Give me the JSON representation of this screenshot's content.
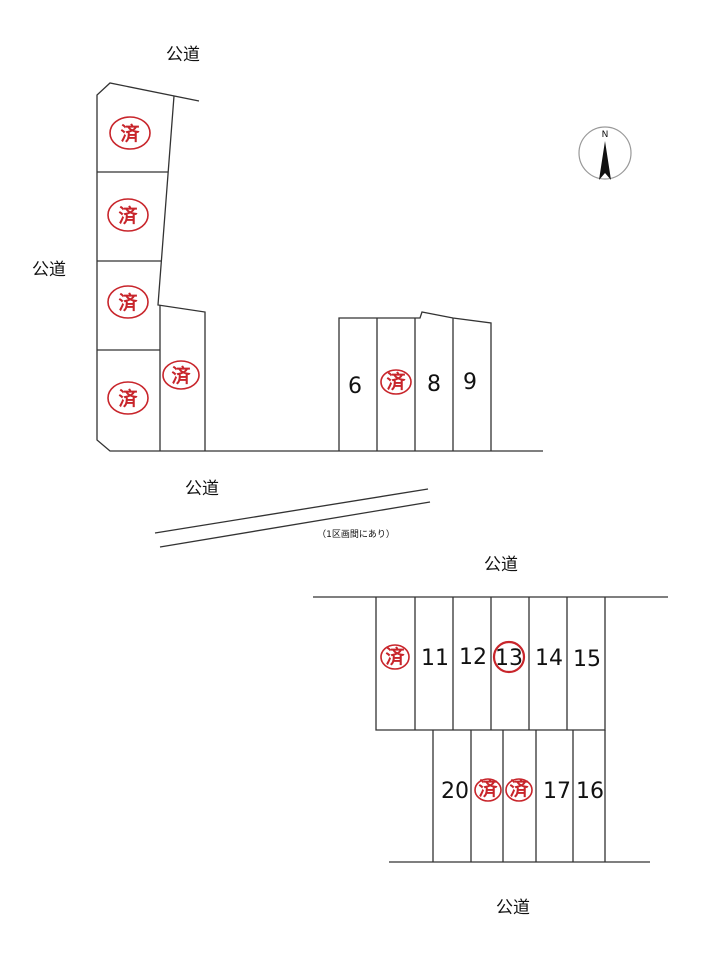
{
  "roads": {
    "top": "公道",
    "left": "公道",
    "middle": "公道",
    "lower_top": "公道",
    "bottom": "公道"
  },
  "stamp_label": "済",
  "note": "（1区画間にあり）",
  "compass_label": "N",
  "lots_middle": {
    "lot6": "6",
    "lot8": "8",
    "lot9": "9"
  },
  "lots_lower": {
    "lot11": "11",
    "lot12": "12",
    "lot13": "13",
    "lot14": "14",
    "lot15": "15",
    "lot20": "20",
    "lot17": "17",
    "lot16": "16"
  },
  "colors": {
    "stamp": "#c8252b",
    "line": "#333333"
  }
}
